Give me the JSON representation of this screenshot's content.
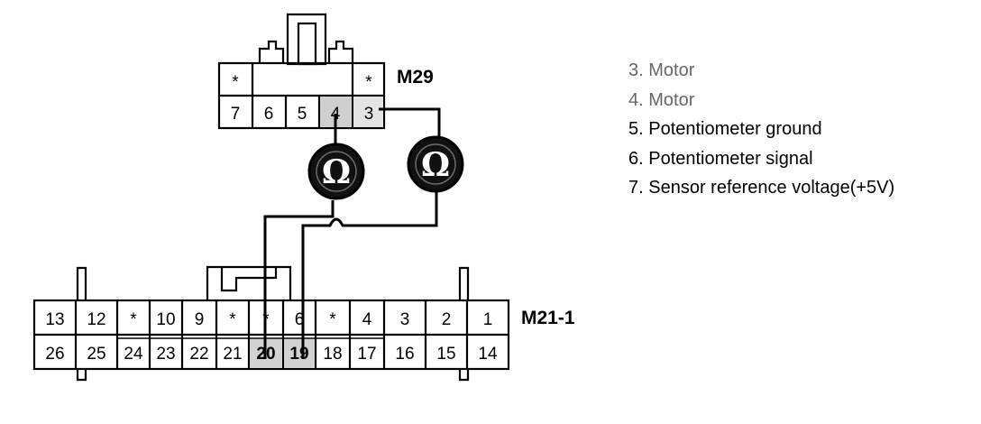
{
  "connectors": {
    "top": {
      "label": "M29",
      "top_row": [
        "*",
        "",
        "",
        "",
        "*"
      ],
      "bottom_row": [
        "7",
        "6",
        "5",
        "4",
        "3"
      ]
    },
    "bottom": {
      "label": "M21-1",
      "top_row": [
        "13",
        "12",
        "*",
        "10",
        "9",
        "*",
        "*",
        "6",
        "*",
        "4",
        "3",
        "2",
        "1"
      ],
      "bottom_row": [
        "26",
        "25",
        "24",
        "23",
        "22",
        "21",
        "20",
        "19",
        "18",
        "17",
        "16",
        "15",
        "14"
      ]
    }
  },
  "meters": [
    {
      "symbol": "Ω"
    },
    {
      "symbol": "Ω"
    }
  ],
  "legend": [
    "3. Motor",
    "4. Motor",
    "5. Potentiometer ground",
    "6. Potentiometer signal",
    "7. Sensor reference voltage(+5V)"
  ]
}
